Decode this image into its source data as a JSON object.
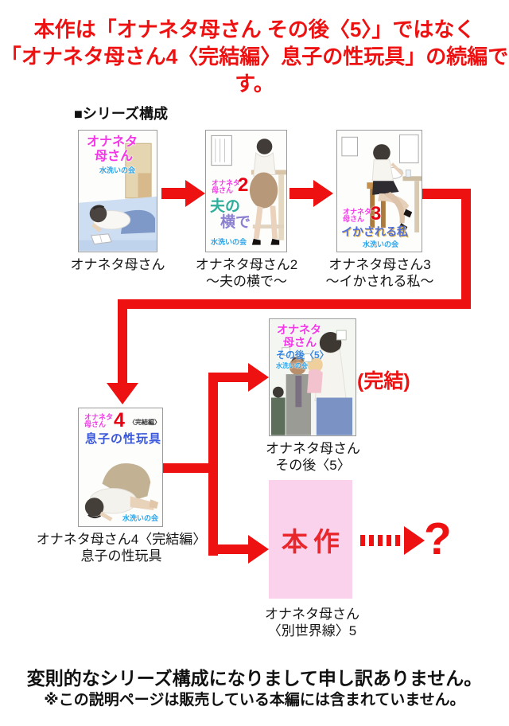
{
  "header": {
    "line1": "本作は「オナネタ母さん その後〈5〉」ではなく",
    "line2": "「オナネタ母さん4〈完結編〉息子の性玩具」の続編です。"
  },
  "section_title": "■シリーズ構成",
  "colors": {
    "accent_red": "#ed1111",
    "honsaku_pink": "#fbd2ec",
    "cover_title_pink": "#f436e8",
    "circle_name_blue": "#2aa3e8"
  },
  "covers": {
    "vol1": {
      "title_line1": "オナネタ",
      "title_line2": "母さん",
      "circle": "水洗いの会",
      "caption_line1": "オナネタ母さん"
    },
    "vol2": {
      "title_line1": "オナネタ",
      "title_line2": "母さん",
      "number": "2",
      "sub_line1": "夫の",
      "sub_line2": "横で",
      "circle": "水洗いの会",
      "caption_line1": "オナネタ母さん2",
      "caption_line2": "～夫の横で～"
    },
    "vol3": {
      "title_line1": "オナネタ",
      "title_line2": "母さん",
      "number": "3",
      "sub": "イかされる私",
      "circle": "水洗いの会",
      "caption_line1": "オナネタ母さん3",
      "caption_line2": "～イかされる私～"
    },
    "vol4": {
      "title_line1": "オナネタ",
      "title_line2": "母さん",
      "number": "4",
      "edition": "〈完結編〉",
      "sub": "息子の性玩具",
      "circle": "水洗いの会",
      "caption_line1": "オナネタ母さん4〈完結編〉",
      "caption_line2": "息子の性玩具"
    },
    "vol5": {
      "title_line1": "オナネタ",
      "title_line2": "母さん",
      "sub": "その後〈5〉",
      "circle": "水洗いの会",
      "caption_line1": "オナネタ母さん",
      "caption_line2": "その後〈5〉",
      "status_note": "(完結)"
    }
  },
  "honsaku": {
    "box_label": "本作",
    "caption_line1": "オナネタ母さん",
    "caption_line2": "〈別世界線〉5",
    "future_mark": "?"
  },
  "footer": {
    "line1": "変則的なシリーズ構成になりまして申し訳ありません。",
    "line2": "※この説明ページは販売している本編には含まれていません。"
  }
}
